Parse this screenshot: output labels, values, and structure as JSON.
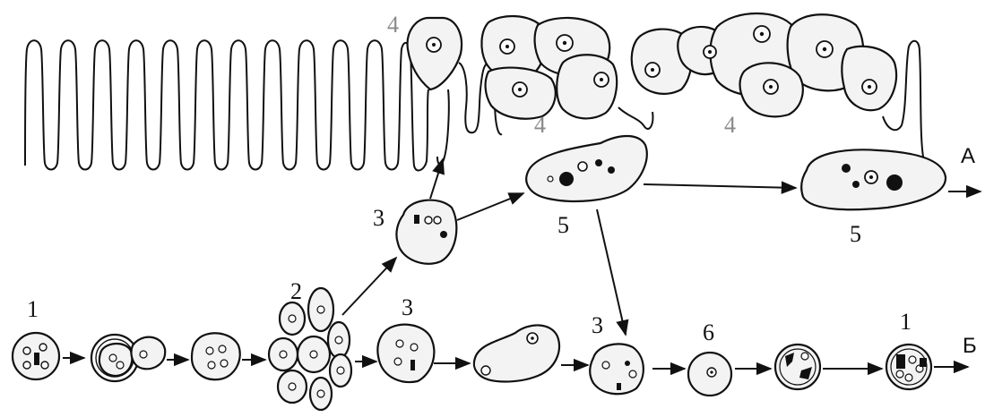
{
  "labels": {
    "stage_1_left": "1",
    "stage_2": "2",
    "stage_3_upper": "3",
    "stage_3_lower": "3",
    "stage_3_right": "3",
    "stage_4_top": "4",
    "stage_4_mid_a": "4",
    "stage_4_mid_b": "4",
    "stage_5_a": "5",
    "stage_5_b": "5",
    "stage_6": "6",
    "stage_1_right": "1",
    "row_a": "А",
    "row_b": "Б"
  },
  "colors": {
    "ink": "#111111",
    "grey_label": "#8a8a8a",
    "cell_fill": "#f3f3f3"
  }
}
